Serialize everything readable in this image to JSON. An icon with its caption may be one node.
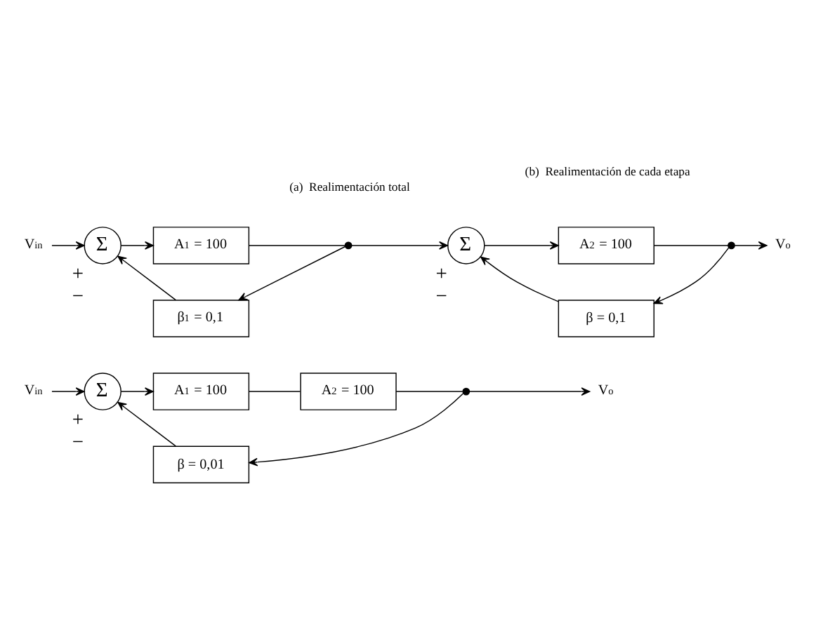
{
  "diagram": {
    "nodes": [
      {
        "text": [
          "V$_{in}$"
        ]
      },
      {
        "text": [
          "Σ"
        ],
        "beside": [
          "+",
          "−"
        ]
      },
      {
        "text": [
          "A$_{1}$ = 100"
        ]
      },
      {
        "text": [
          "A$_{2}$ = 100"
        ]
      },
      {
        "text": [],
        "shape": "circle"
      },
      {
        "text": [
          "V$_{o}$"
        ]
      },
      {
        "text": [
          "β = 0,01"
        ]
      },
      {
        "text": [
          "V$_{in}$"
        ]
      },
      {
        "text": [
          "Σ"
        ],
        "beside": [
          "+",
          "−"
        ]
      },
      {
        "text": [
          "A$_{1}$ = 100"
        ]
      },
      {
        "text": [],
        "shape": "circle"
      },
      {
        "text": [
          "Σ"
        ],
        "beside": [
          "+",
          "−"
        ]
      },
      {
        "text": [
          "A$_{2}$ = 100"
        ]
      },
      {
        "text": [],
        "shape": "circle"
      },
      {
        "text": [
          "V$_{o}$"
        ]
      },
      {
        "text": [
          "β$_{1}$ = 0,1"
        ]
      },
      {
        "text": [
          "β = 0,1"
        ]
      }
    ],
    "edges": [
      {
        "from": 0,
        "to": 1,
        "arrow": "to"
      },
      {
        "from": 1,
        "to": 2,
        "arrow": "to"
      },
      {
        "from": 2,
        "to": 3,
        "arrow": "none"
      },
      {
        "from": 3,
        "to": 4,
        "arrow": "none"
      },
      {
        "from": 4,
        "to": 5,
        "arrow": "to"
      },
      {
        "from": 4,
        "to": 6,
        "arrow": "to"
      },
      {
        "from": 6,
        "to": 1,
        "arrow": "to"
      },
      {
        "from": 7,
        "to": 8,
        "arrow": "to"
      },
      {
        "from": 8,
        "to": 9,
        "arrow": "to"
      },
      {
        "from": 9,
        "to": 10,
        "arrow": "none"
      },
      {
        "from": 10,
        "to": 11,
        "arrow": "to"
      },
      {
        "from": 10,
        "to": 15,
        "arrow": "to"
      },
      {
        "from": 15,
        "to": 8,
        "arrow": "to"
      },
      {
        "from": 11,
        "to": 12,
        "arrow": "to"
      },
      {
        "from": 12,
        "to": 13,
        "arrow": "none"
      },
      {
        "from": 13,
        "to": 14,
        "arrow": "to"
      },
      {
        "from": 13,
        "to": 16,
        "arrow": "to"
      },
      {
        "from": 16,
        "to": 11,
        "arrow": "to"
      }
    ],
    "labels": [
      "(a)  Realimentación total",
      "(b)  Realimentación de cada etapa"
    ]
  }
}
